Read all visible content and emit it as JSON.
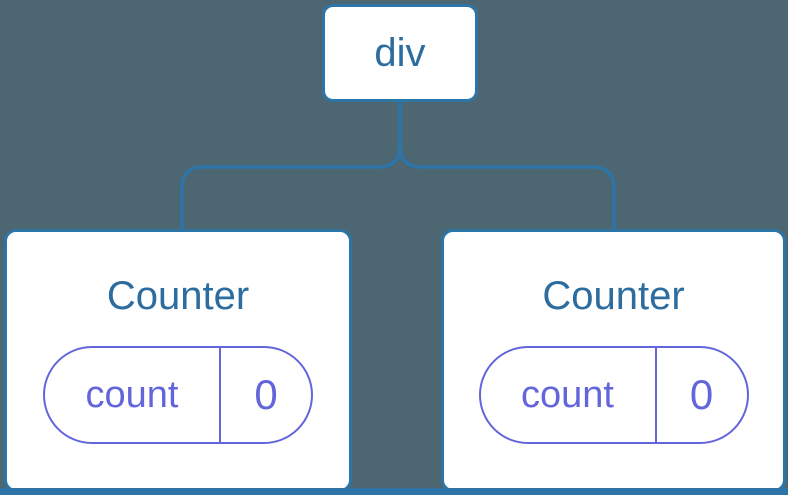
{
  "diagram": {
    "root": {
      "label": "div"
    },
    "children": [
      {
        "title": "Counter",
        "state": {
          "key": "count",
          "value": "0"
        }
      },
      {
        "title": "Counter",
        "state": {
          "key": "count",
          "value": "0"
        }
      }
    ]
  },
  "colors": {
    "background": "#4C6672",
    "card_fill": "#FFFFFF",
    "connector_blue": "#2E75A7",
    "label_blue": "#2D6C9E",
    "state_purple": "#6366DB"
  }
}
